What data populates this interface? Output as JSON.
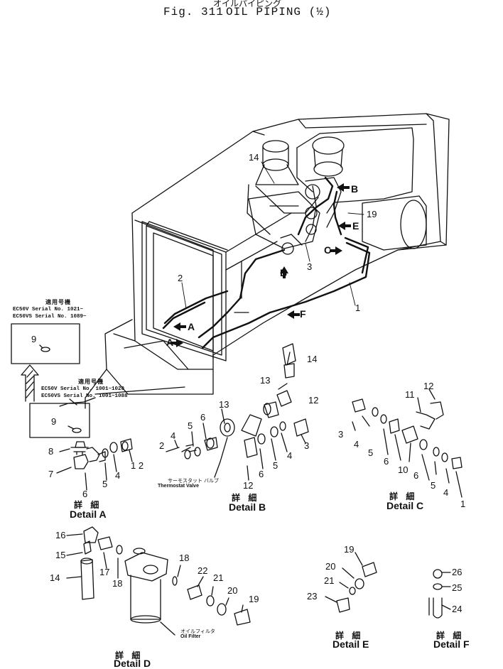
{
  "header": {
    "kana": "オイルパイピング",
    "figure": "Fig. 311",
    "title": "OIL  PIPING (½)"
  },
  "serials": {
    "upper": {
      "jp": "適用号機",
      "line1": "EC50V   Serial No. 1021~",
      "line2": "EC50VS  Serial No. 1089~"
    },
    "lower": {
      "jp": "適用号機",
      "line1": "EC50V   Serial No. 1001~1020",
      "line2": "EC50VS  Serial No. 1001~1088"
    }
  },
  "main_labels": {
    "l14": "14",
    "l19": "19",
    "l3": "3",
    "l2": "2",
    "l1": "1",
    "A1": "A",
    "A2": "A",
    "B1": "B",
    "B2": "B",
    "C": "C",
    "E": "E",
    "F": "F"
  },
  "inset_labels": {
    "nine_up": "9",
    "nine_low": "9"
  },
  "detail_a": {
    "labels": {
      "n8": "8",
      "n7": "7",
      "n6": "6",
      "n5": "5",
      "n4": "4",
      "n12": "1 2"
    },
    "jp": "詳 細",
    "title": "Detail A"
  },
  "detail_b": {
    "labels": {
      "n14": "14",
      "n13a": "13",
      "n12a": "12",
      "n13b": "13",
      "n6a": "6",
      "n5a": "5",
      "n4a": "4",
      "n2": "2",
      "n12b": "12",
      "n6b": "6",
      "n5b": "5",
      "n4b": "4",
      "n3": "3"
    },
    "thermo_jp": "サーモスタット バルブ",
    "thermo_en": "Thermostat Valve",
    "jp": "詳 細",
    "title": "Detail B"
  },
  "detail_c": {
    "labels": {
      "n12": "12",
      "n11": "11",
      "n3": "3",
      "n4a": "4",
      "n5a": "5",
      "n6a": "6",
      "n10": "10",
      "n6b": "6",
      "n5b": "5",
      "n4b": "4",
      "n1": "1"
    },
    "jp": "詳 細",
    "title": "Detail C"
  },
  "detail_d": {
    "labels": {
      "n16": "16",
      "n15": "15",
      "n14": "14",
      "n17": "17",
      "n18a": "18",
      "n18b": "18",
      "n22": "22",
      "n21": "21",
      "n20": "20",
      "n19": "19"
    },
    "filter_jp": "オイルフィルタ",
    "filter_en": "Oil Filter",
    "jp": "詳 細",
    "title": "Detail D"
  },
  "detail_e": {
    "labels": {
      "n19": "19",
      "n20": "20",
      "n21": "21",
      "n23": "23"
    },
    "jp": "詳 細",
    "title": "Detail E"
  },
  "detail_f": {
    "labels": {
      "n26": "26",
      "n25": "25",
      "n24": "24"
    },
    "jp": "詳 細",
    "title": "Detail F"
  }
}
